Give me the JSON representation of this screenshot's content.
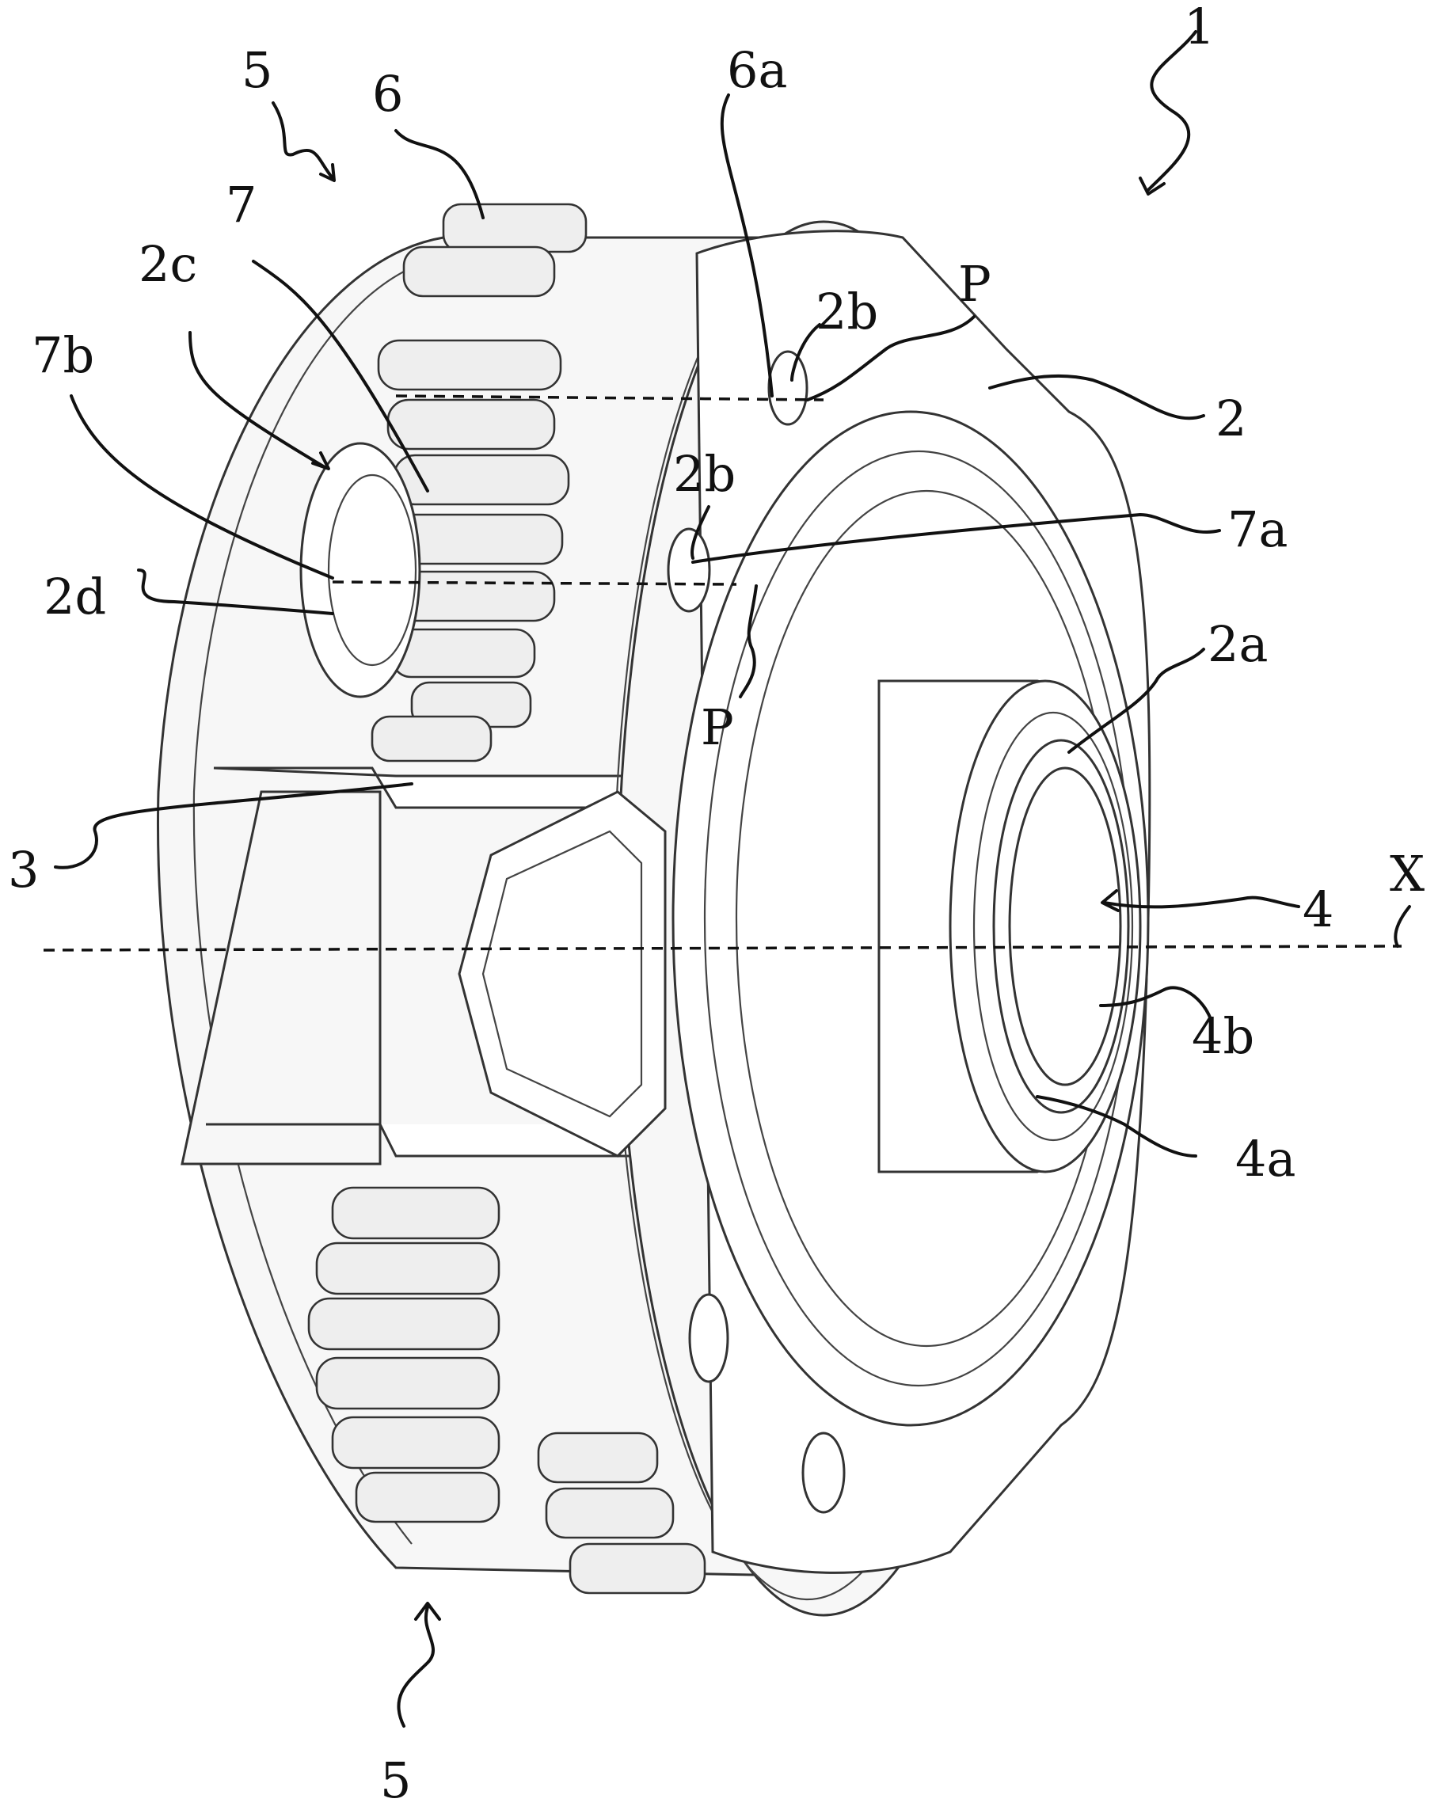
{
  "labels": {
    "l1": "1",
    "l5_top": "5",
    "l6": "6",
    "l6a": "6a",
    "l7": "7",
    "l2c": "2c",
    "l7b": "7b",
    "l2b_upper": "2b",
    "l_P_upper": "P",
    "l2": "2",
    "l2b_lower": "2b",
    "l7a": "7a",
    "l2d": "2d",
    "l2a": "2a",
    "l_P_lower": "P",
    "l3": "3",
    "lX": "X",
    "l4": "4",
    "l4b": "4b",
    "l4a": "4a",
    "l5_bottom": "5"
  }
}
